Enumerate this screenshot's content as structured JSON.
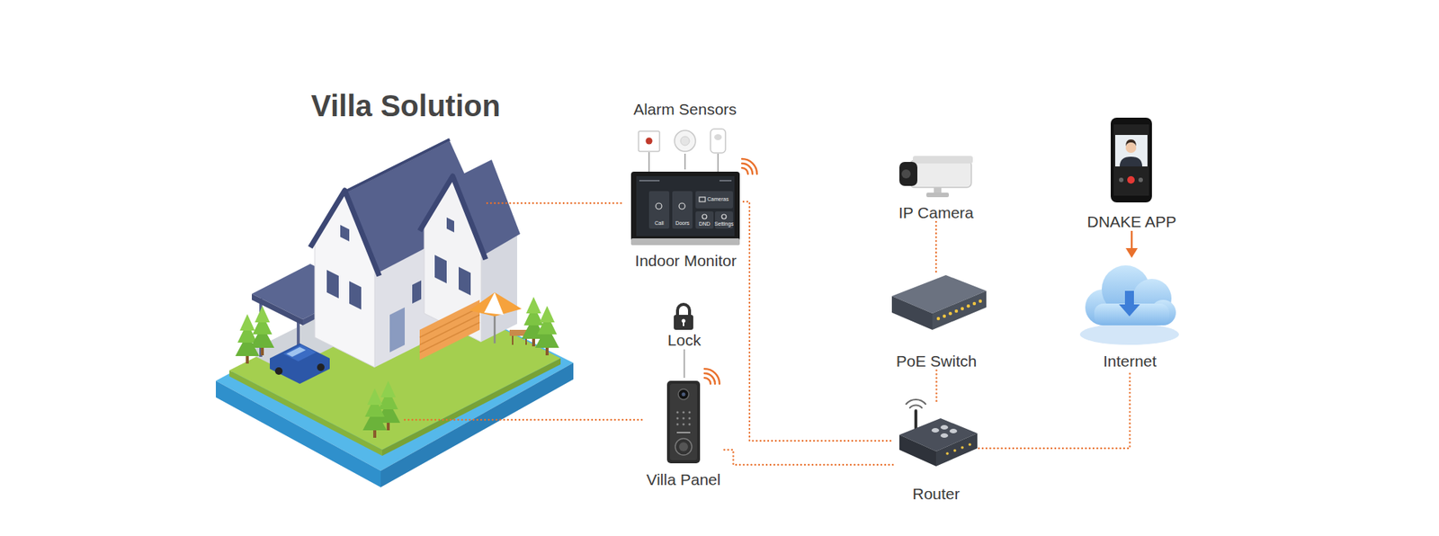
{
  "diagram": {
    "title": "Villa Solution",
    "nodes": [
      {
        "text": [
          "Alarm Sensors"
        ]
      },
      {
        "text": [
          "Indoor Monitor"
        ]
      },
      {
        "text": [
          "Lock"
        ]
      },
      {
        "text": [
          "Villa Panel"
        ]
      },
      {
        "text": [
          "IP Camera"
        ]
      },
      {
        "text": [
          "PoE Switch"
        ]
      },
      {
        "text": [
          "Router"
        ]
      },
      {
        "text": [
          "DNAKE APP"
        ]
      },
      {
        "text": [
          "Internet"
        ]
      }
    ],
    "edges": [
      {
        "from": 0,
        "to": 1,
        "arrow": "none"
      },
      {
        "from": 2,
        "to": 3,
        "arrow": "none"
      },
      {
        "from": 1,
        "to": 6,
        "arrow": "none"
      },
      {
        "from": 3,
        "to": 6,
        "arrow": "none"
      },
      {
        "from": 4,
        "to": 5,
        "arrow": "none"
      },
      {
        "from": 5,
        "to": 6,
        "arrow": "none"
      },
      {
        "from": 6,
        "to": 8,
        "arrow": "none"
      },
      {
        "from": 7,
        "to": 8,
        "arrow": "to"
      }
    ],
    "labels": [
      "Call",
      "Doors",
      "Cameras",
      "DND",
      "Settings"
    ]
  }
}
